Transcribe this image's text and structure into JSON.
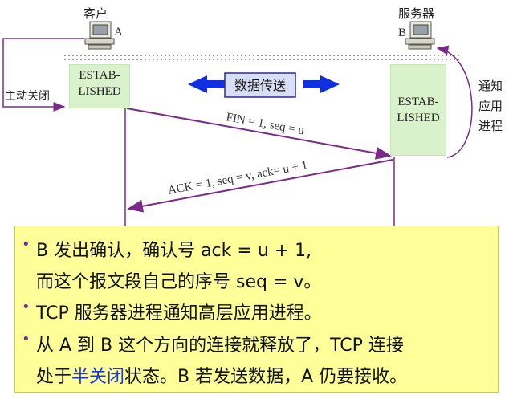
{
  "client": {
    "title": "客户",
    "host": "A"
  },
  "server": {
    "title": "服务器",
    "host": "B"
  },
  "left_action": "主动关闭",
  "right_action": [
    "通知",
    "应用",
    "进程"
  ],
  "client_state": [
    "ESTAB-",
    "LISHED"
  ],
  "server_state": [
    "ESTAB-",
    "LISHED"
  ],
  "data_transfer": "数据传送",
  "segments": {
    "fin": "FIN = 1, seq = u",
    "ack": "ACK = 1, seq = v, ack= u + 1"
  },
  "note": {
    "line1": "B 发出确认，确认号 ack = u + 1,",
    "line2": "而这个报文段自己的序号 seq = v。",
    "line3": "TCP 服务器进程通知高层应用进程。",
    "line4": "从 A 到 B 这个方向的连接就释放了，TCP 连接",
    "line5_pre": "处于",
    "line5_hl": "半关闭",
    "line5_post": "状态。B 若发送数据，A 仍要接收。"
  },
  "colors": {
    "arrow": "#7a2b89",
    "data_arrow": "#1030e0",
    "state_fill": "#d9f2cc",
    "note_fill": "#ffff99",
    "highlight": "#1838d8"
  },
  "icons": [
    "computer-icon",
    "computer-icon"
  ]
}
